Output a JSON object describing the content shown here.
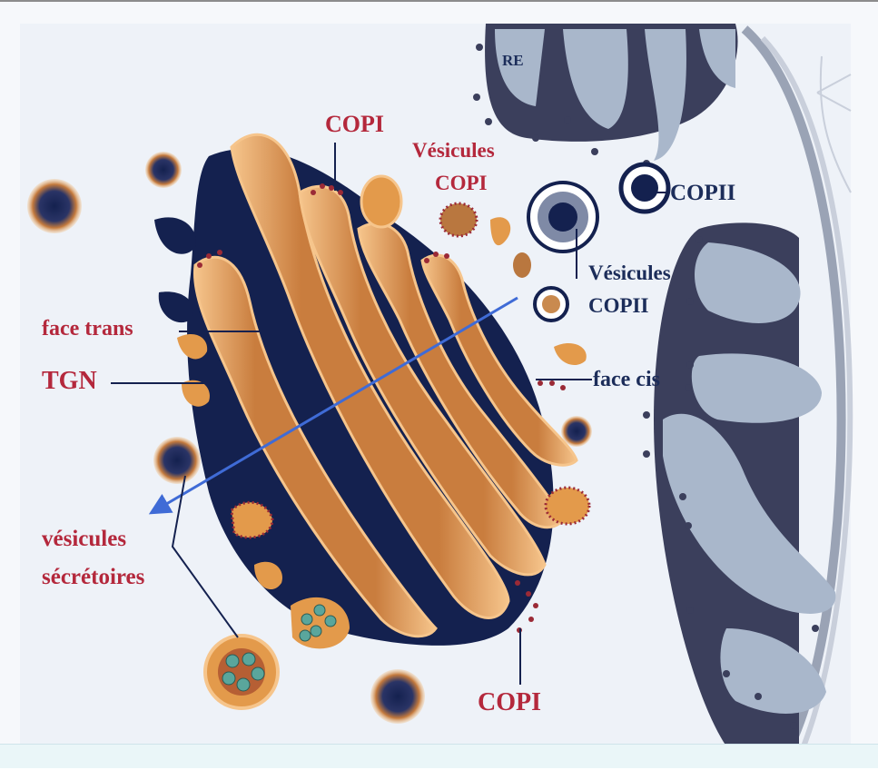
{
  "labels": {
    "re": "RE",
    "copi_top": "COPI",
    "vesicules_copi_line1": "Vésicules",
    "vesicules_copi_line2": "COPI",
    "copii_top": "COPII",
    "vesicules_copii_line1": "Vésicules",
    "vesicules_copii_line2": "COPII",
    "face_trans": "face trans",
    "tgn": "TGN",
    "face_cis": "face cis",
    "vesicules_secretoires_line1": "vésicules",
    "vesicules_secretoires_line2": "sécrétoires",
    "copi_bottom": "COPI"
  },
  "colors": {
    "label_red": "#b4283c",
    "label_navy": "#1c2d5a",
    "cisterna_orange": "#e39a4b",
    "cisterna_light": "#f5c68e",
    "golgi_dark": "#14214f",
    "er_light": "#a9b7cb",
    "er_dark": "#3b3f5c",
    "arrow_blue": "#3f6bd6",
    "coat_red": "#9b2a36",
    "cargo_teal": "#5aa69c"
  }
}
